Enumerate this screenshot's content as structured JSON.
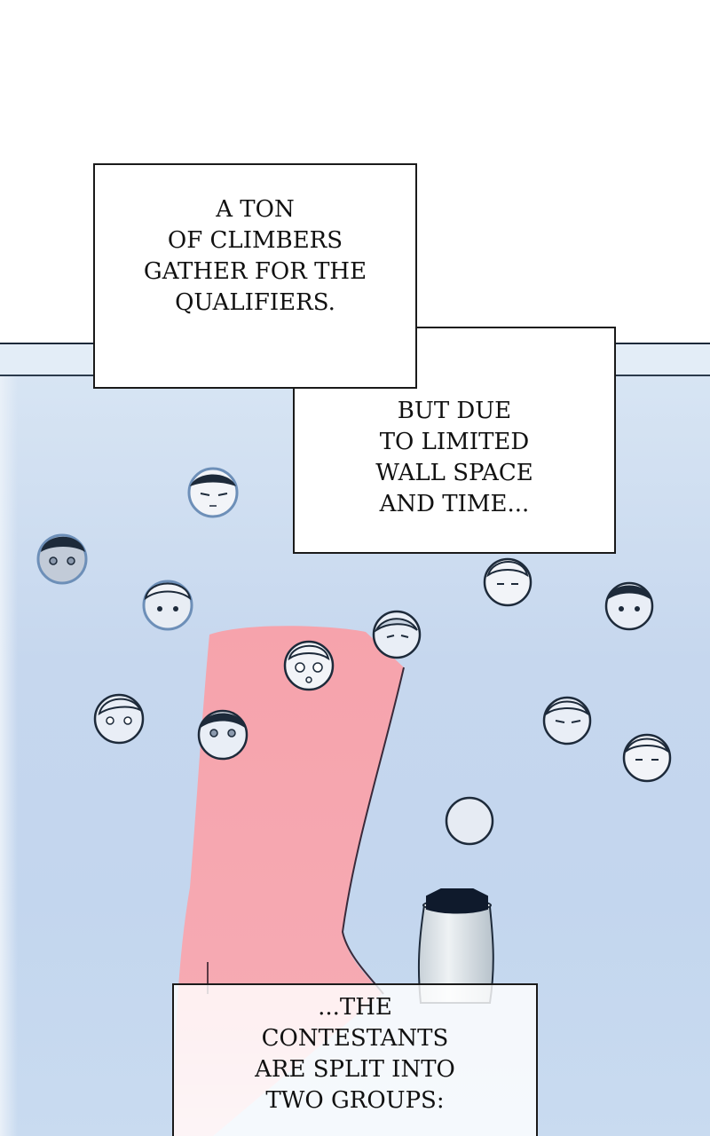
{
  "captions": {
    "first": "A TON\nOF CLIMBERS\nGATHER FOR THE\nQUALIFIERS.",
    "second": "BUT DUE\nTO LIMITED\nWALL SPACE\nAND TIME...",
    "third": "...THE\nCONTESTANTS\nARE SPLIT INTO\nTWO GROUPS:"
  },
  "colors": {
    "wall": "#c6d7ee",
    "volume_pink": "#f5a9b1",
    "outline": "#1d2a3a",
    "hold_face": "#e9eef6"
  },
  "holds": [
    {
      "name": "hold-face-topleft",
      "mood": "calm"
    },
    {
      "name": "hold-face-left",
      "mood": "sleepy"
    },
    {
      "name": "hold-face-mid-left",
      "mood": "neutral"
    },
    {
      "name": "hold-face-low-left",
      "mood": "worried"
    },
    {
      "name": "hold-face-pink-1",
      "mood": "shocked"
    },
    {
      "name": "hold-face-pink-2",
      "mood": "neutral"
    },
    {
      "name": "hold-face-center",
      "mood": "frown"
    },
    {
      "name": "hold-face-right-1",
      "mood": "calm"
    },
    {
      "name": "hold-face-right-2",
      "mood": "neutral"
    },
    {
      "name": "hold-face-right-3",
      "mood": "smirk"
    },
    {
      "name": "hold-face-right-4",
      "mood": "tired"
    }
  ]
}
